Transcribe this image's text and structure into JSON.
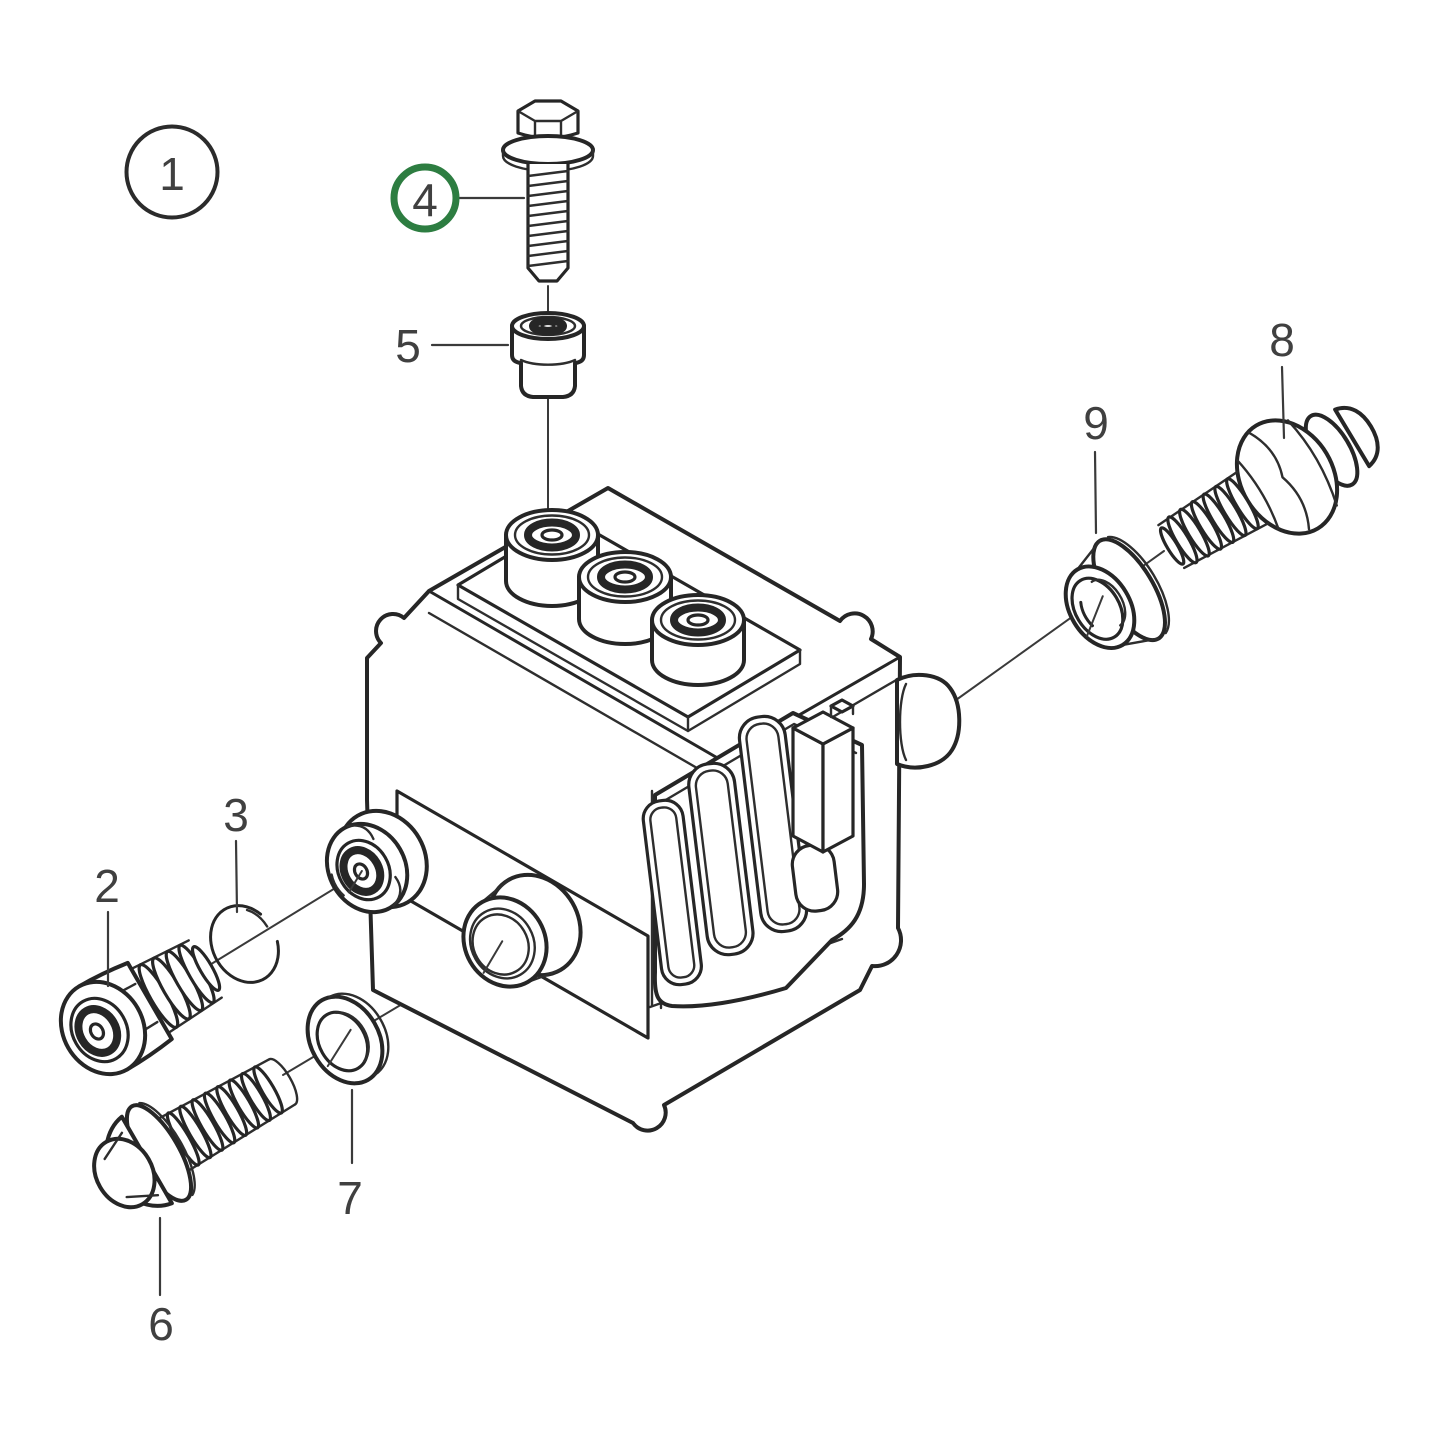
{
  "figure": {
    "background": "#ffffff",
    "stroke_color": "#262626",
    "leader_color": "#3a3a3a",
    "label_color": "#404040",
    "highlight": {
      "color": "#2d7d41",
      "callout": "4"
    },
    "callouts": {
      "c1": {
        "number": "1",
        "style": "circled"
      },
      "c2": {
        "number": "2",
        "style": "plain"
      },
      "c3": {
        "number": "3",
        "style": "plain"
      },
      "c4": {
        "number": "4",
        "style": "circled-highlighted"
      },
      "c5": {
        "number": "5",
        "style": "plain"
      },
      "c6": {
        "number": "6",
        "style": "plain"
      },
      "c7": {
        "number": "7",
        "style": "plain"
      },
      "c8": {
        "number": "8",
        "style": "plain"
      },
      "c9": {
        "number": "9",
        "style": "plain"
      }
    }
  }
}
